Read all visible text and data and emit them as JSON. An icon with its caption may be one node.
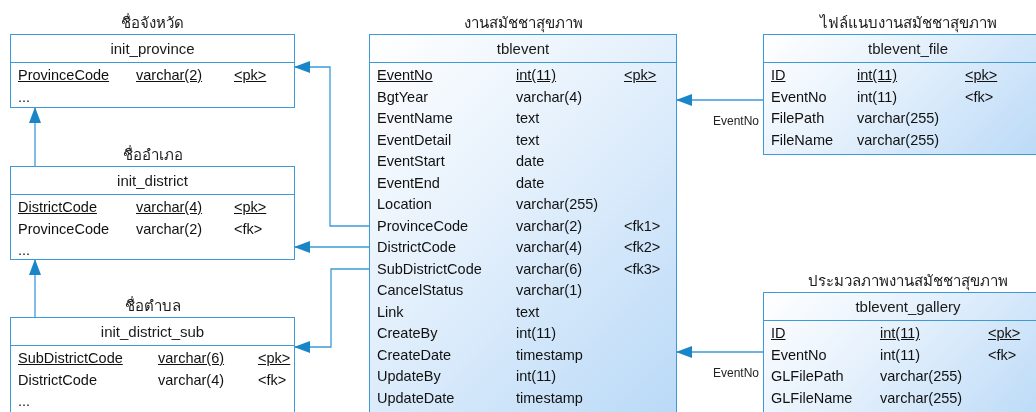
{
  "diagram": {
    "nodes": [
      {
        "text": [
          "ชื่อจังหวัด",
          "init_province",
          "ProvinceCode",
          "varchar(2)",
          "<pk>",
          "..."
        ]
      },
      {
        "text": [
          "ชื่ออำเภอ",
          "init_district",
          "DistrictCode",
          "varchar(4)",
          "<pk>",
          "ProvinceCode",
          "varchar(2)",
          "<fk>",
          "..."
        ]
      },
      {
        "text": [
          "ชื่อตำบล",
          "init_district_sub",
          "SubDistrictCode",
          "varchar(6)",
          "<pk>",
          "DistrictCode",
          "varchar(4)",
          "<fk>",
          "..."
        ]
      },
      {
        "text": [
          "งานสมัชชาสุขภาพ",
          "tblevent",
          "EventNo",
          "int(11)",
          "<pk>",
          "BgtYear",
          "varchar(4)",
          "EventName",
          "text",
          "EventDetail",
          "text",
          "EventStart",
          "date",
          "EventEnd",
          "date",
          "Location",
          "varchar(255)",
          "ProvinceCode",
          "varchar(2)",
          "<fk1>",
          "DistrictCode",
          "varchar(4)",
          "<fk2>",
          "SubDistrictCode",
          "varchar(6)",
          "<fk3>",
          "CancelStatus",
          "varchar(1)",
          "Link",
          "text",
          "CreateBy",
          "int(11)",
          "CreateDate",
          "timestamp",
          "UpdateBy",
          "int(11)",
          "UpdateDate",
          "timestamp"
        ]
      },
      {
        "text": [
          "ไฟล์แนบงานสมัชชาสุขภาพ",
          "tblevent_file",
          "ID",
          "int(11)",
          "<pk>",
          "EventNo",
          "int(11)",
          "<fk>",
          "FilePath",
          "varchar(255)",
          "FileName",
          "varchar(255)"
        ]
      },
      {
        "text": [
          "ประมวลภาพงานสมัชชาสุขภาพ",
          "tblevent_gallery",
          "ID",
          "int(11)",
          "<pk>",
          "EventNo",
          "int(11)",
          "<fk>",
          "GLFilePath",
          "varchar(255)",
          "GLFileName",
          "varchar(255)"
        ]
      }
    ],
    "edges": [
      {
        "from": 3,
        "to": 0,
        "arrow": "to"
      },
      {
        "from": 3,
        "to": 1,
        "arrow": "to"
      },
      {
        "from": 3,
        "to": 2,
        "arrow": "to"
      },
      {
        "from": 1,
        "to": 0,
        "arrow": "to"
      },
      {
        "from": 2,
        "to": 1,
        "arrow": "to"
      },
      {
        "from": 4,
        "to": 3,
        "arrow": "to",
        "label": "EventNo"
      },
      {
        "from": 5,
        "to": 3,
        "arrow": "to",
        "label": "EventNo"
      }
    ]
  }
}
